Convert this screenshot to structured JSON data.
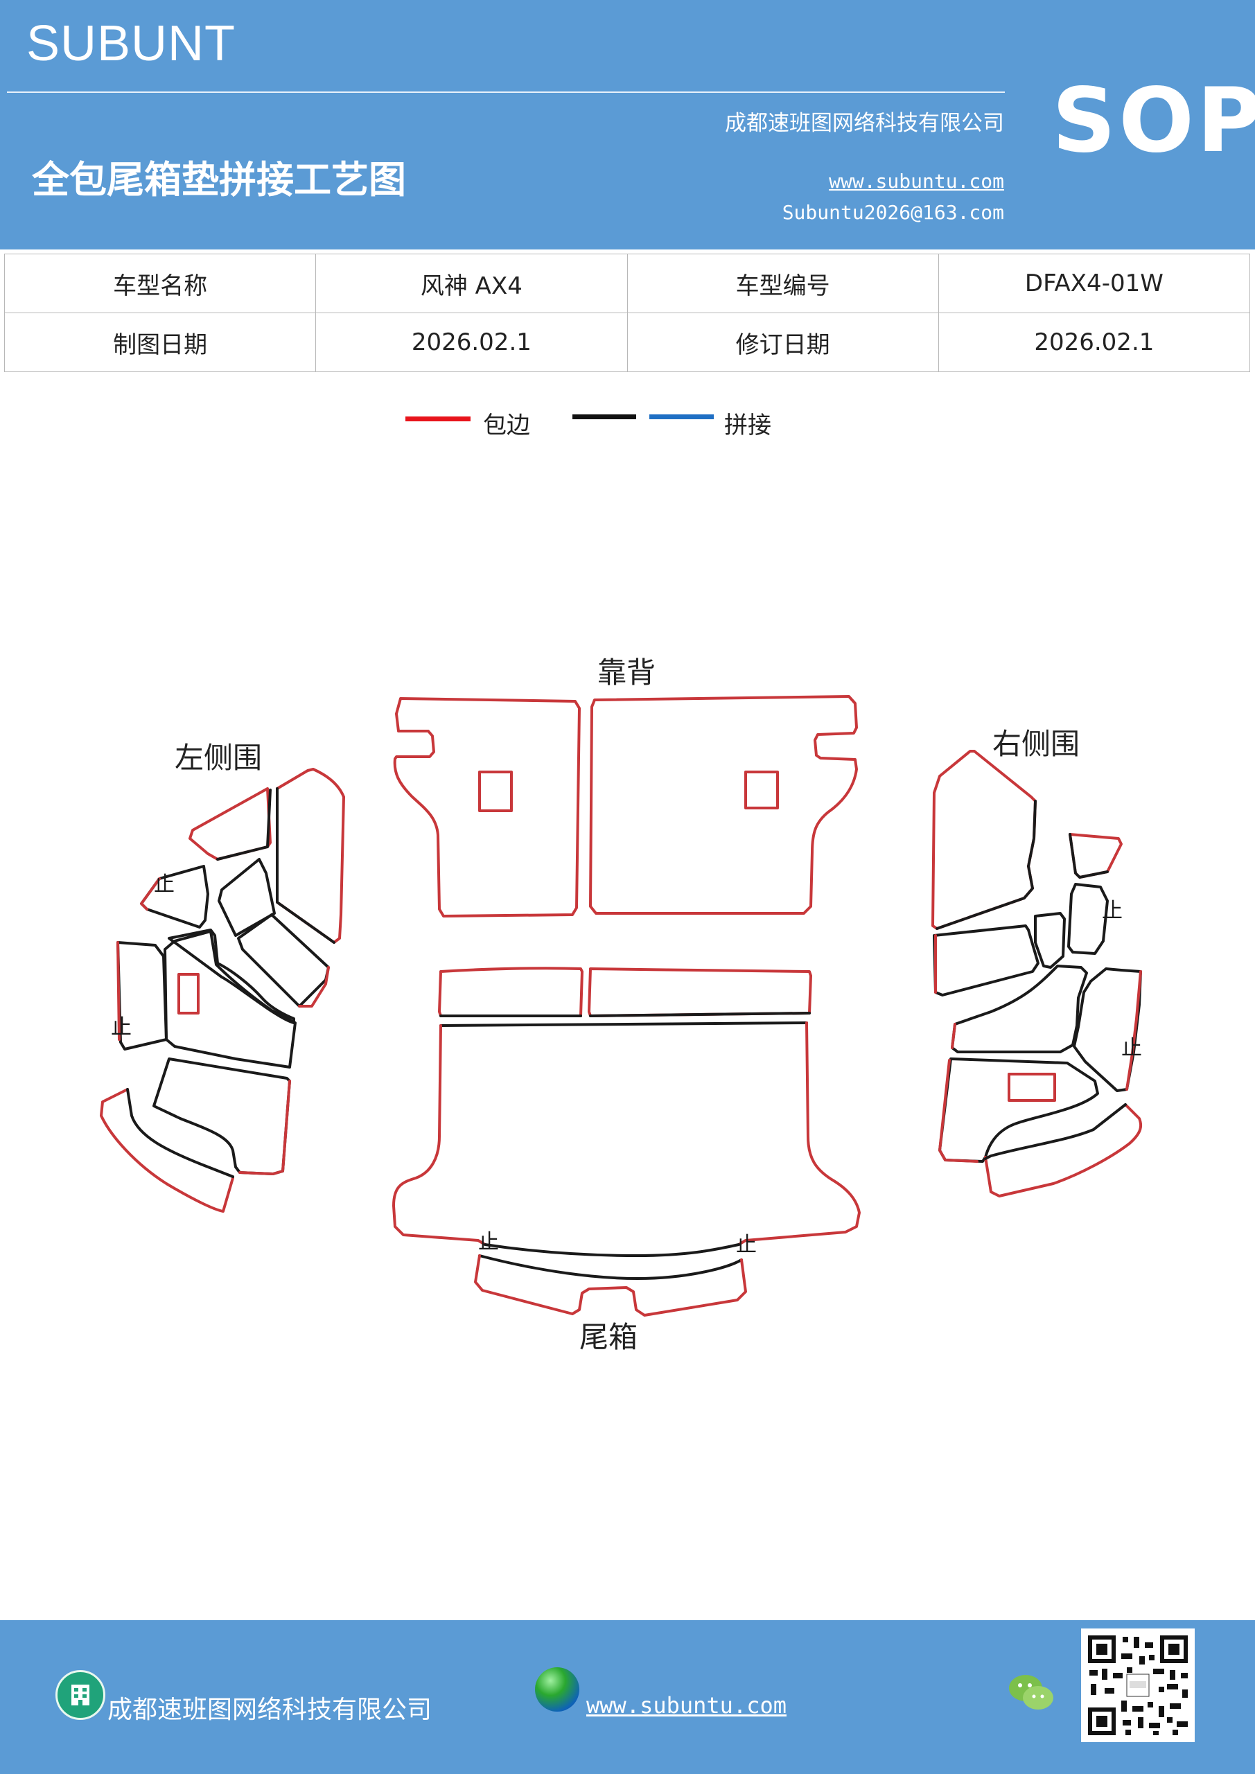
{
  "header": {
    "brand": "SUBUNT",
    "company": "成都速班图网络科技有限公司",
    "title": "全包尾箱垫拼接工艺图",
    "badge": "SOP",
    "website": "www.subuntu.com",
    "email": "Subuntu2026@163.com"
  },
  "info_table": {
    "rows": [
      [
        "车型名称",
        "风神 AX4",
        "车型编号",
        "DFAX4-01W"
      ],
      [
        "制图日期",
        "2026.02.1",
        "修订日期",
        "2026.02.1"
      ]
    ]
  },
  "legend": {
    "wrap_label": "包边",
    "join_label": "拼接",
    "colors": {
      "wrap": "#e8141b",
      "black": "#111111",
      "join": "#1f6fc4"
    }
  },
  "diagram": {
    "labels": {
      "backrest": "靠背",
      "left_side": "左侧围",
      "right_side": "右侧围",
      "trunk": "尾箱"
    },
    "stop_mark": "止",
    "colors": {
      "edge": "#c8373a",
      "seam": "#1a1a1a"
    }
  },
  "footer": {
    "company": "成都速班图网络科技有限公司",
    "website": "www.subuntu.com"
  }
}
